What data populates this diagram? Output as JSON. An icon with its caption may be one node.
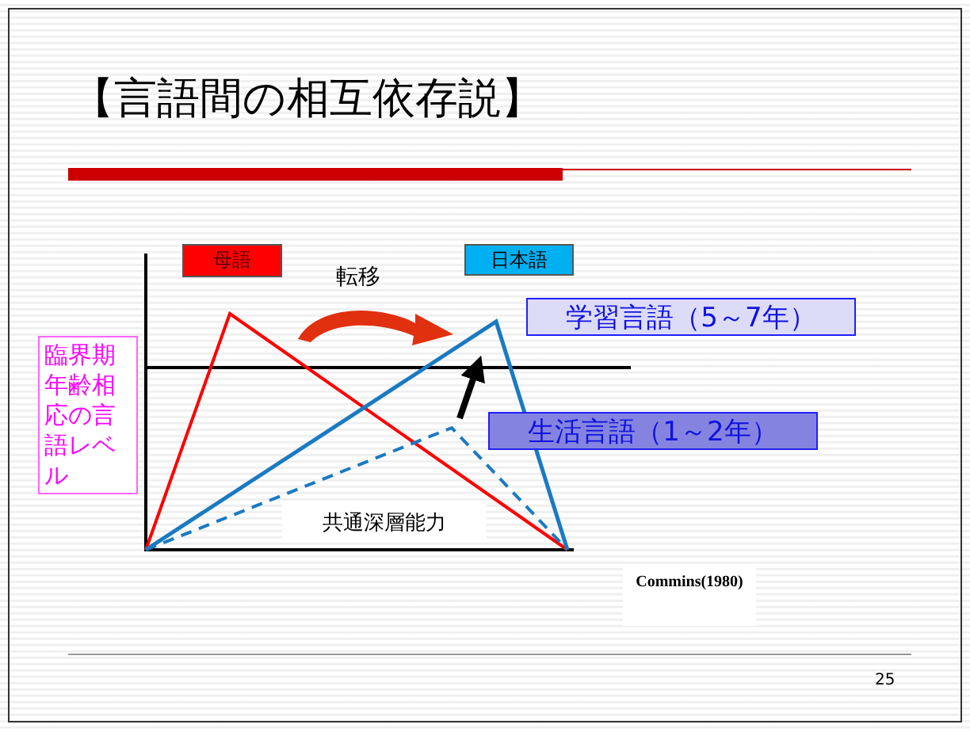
{
  "diagram": {
    "title": "【言語間の相互依存説】",
    "nodes": [
      {
        "text": [
          "母語"
        ]
      },
      {
        "text": [
          "日本語"
        ]
      },
      {
        "text": [
          "臨界期年齢相応の言語レベル"
        ]
      },
      {
        "text": [
          "学習言語（5～7年）"
        ]
      },
      {
        "text": [
          "生活言語（1～2年）"
        ]
      },
      {
        "text": [
          "共通深層能力"
        ]
      },
      {
        "text": [
          "Commins(1980)"
        ]
      }
    ],
    "labels": [
      "転移",
      "25"
    ]
  }
}
